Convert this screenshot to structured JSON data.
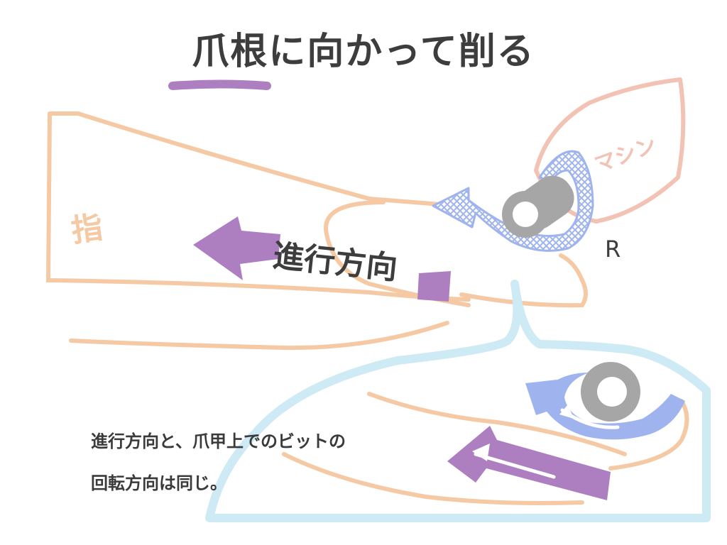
{
  "title": "爪根に向かって削る",
  "labels": {
    "finger": "指",
    "machine": "マシン",
    "direction": "進行方向",
    "r": "R"
  },
  "caption": {
    "line1": "進行方向と、爪甲上でのビットの",
    "line2": "回転方向は同じ。"
  },
  "colors": {
    "finger_outline": "#f5c9a4",
    "machine_outline": "#f2c3b4",
    "purple": "#ad7fc1",
    "blue": "#9fb4ee",
    "gray_bit": "#a6a6a6",
    "light_blue": "#cdeaf5",
    "text": "#3d3d3d"
  },
  "icons": {
    "bit": "grinding-bit-icon",
    "rotation": "rotation-arrow-icon",
    "direction": "direction-arrow-icon"
  }
}
